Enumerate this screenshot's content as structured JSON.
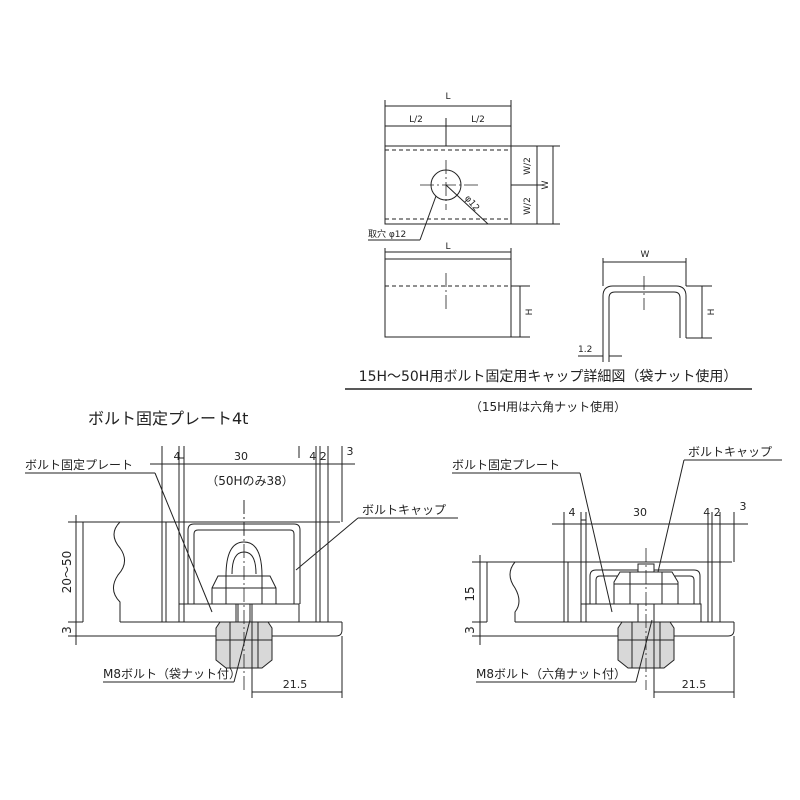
{
  "detail": {
    "top_dims": {
      "L": "L",
      "L_half_left": "L/2",
      "L_half_right": "L/2",
      "W_half_top": "W/2",
      "W_half_bottom": "W/2",
      "W": "W",
      "hole_dia": "φ12"
    },
    "hole_label": "取穴 φ12",
    "front_dims": {
      "L": "L",
      "H": "H"
    },
    "side_dims": {
      "W": "W",
      "H": "H",
      "t": "1.2"
    },
    "title": "15H～50H用ボルト固定用キャップ詳細図（袋ナット使用）",
    "subtitle": "（15H用は六角ナット使用）"
  },
  "left_view": {
    "title": "ボルト固定プレート4t",
    "dims": {
      "d4": "4",
      "d30": "30",
      "d42": "4 2",
      "d3": "3",
      "d50h": "（50Hのみ38）",
      "height": "20～50",
      "base": "3",
      "bottom": "21.5"
    },
    "labels": {
      "plate": "ボルト固定プレート",
      "cap": "ボルトキャップ",
      "bolt": "M8ボルト（袋ナット付）"
    }
  },
  "right_view": {
    "dims": {
      "d4": "4",
      "d30": "30",
      "d42": "4 2",
      "d3": "3",
      "height": "15",
      "base": "3",
      "bottom": "21.5"
    },
    "labels": {
      "plate": "ボルト固定プレート",
      "cap": "ボルトキャップ",
      "bolt": "M8ボルト（六角ナット付）"
    }
  }
}
